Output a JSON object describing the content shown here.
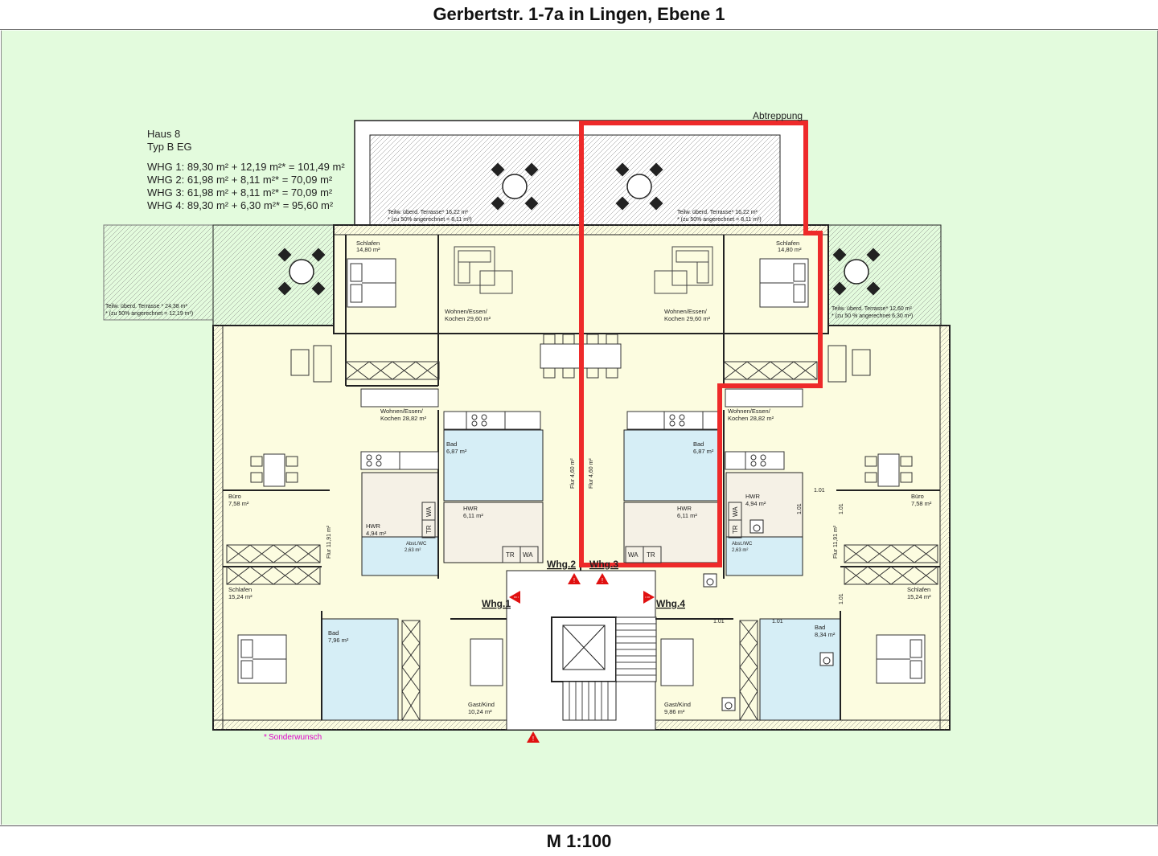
{
  "header": {
    "title": "Gerbertstr. 1-7a in Lingen, Ebene 1"
  },
  "footer": {
    "scale": "M 1:100"
  },
  "legend": {
    "house": "Haus 8",
    "type": "Typ B   EG",
    "lines": [
      "WHG 1: 89,30 m² + 12,19 m²* = 101,49 m²",
      "WHG 2: 61,98 m² +  8,11 m²* =    70,09 m²",
      "WHG 3: 61,98 m² +  8,11 m²* =    70,09 m²",
      "WHG 4: 89,30 m² +  6,30 m²* =    95,60 m²"
    ]
  },
  "labels": {
    "abtreppung": "Abtreppung",
    "sonderwunsch": "Sonderwunsch"
  },
  "apartments": [
    {
      "name": "Whg.1"
    },
    {
      "name": "Whg.2"
    },
    {
      "name": "Whg.3"
    },
    {
      "name": "Whg.4"
    }
  ],
  "terraces": [
    {
      "l1": "Teilw. überd. Terrasse * 24,38 m²",
      "l2": "* (zu 50% angerechnet = 12,19 m²)"
    },
    {
      "l1": "Teilw. überd. Terrasse* 16,22 m²",
      "l2": "* (zu 50% angerechnet = 8,11 m²)"
    },
    {
      "l1": "Teilw. überd. Terrasse* 16,22 m²",
      "l2": "* (zu 50% angerechnet = 8,11 m²)"
    },
    {
      "l1": "Teilw. überd. Terrasse* 12,60  m²",
      "l2": "* (zu 50 % angerechnet 6,30 m²)"
    }
  ],
  "rooms": [
    {
      "l1": "Schlafen",
      "l2": "14,80 m²"
    },
    {
      "l1": "Wohnen/Essen/",
      "l2": "Kochen 29,60 m²"
    },
    {
      "l1": "Wohnen/Essen/",
      "l2": "Kochen 29,60 m²"
    },
    {
      "l1": "Schlafen",
      "l2": "14,80 m²"
    },
    {
      "l1": "Wohnen/Essen/",
      "l2": "Kochen 28,82 m²"
    },
    {
      "l1": "Wohnen/Essen/",
      "l2": "Kochen 28,82 m²"
    },
    {
      "l1": "Bad",
      "l2": "6,87 m²"
    },
    {
      "l1": "Bad",
      "l2": "6,87 m²"
    },
    {
      "l1": "Büro",
      "l2": "7,58 m²"
    },
    {
      "l1": "Büro",
      "l2": "7,58 m²"
    },
    {
      "l1": "HWR",
      "l2": "6,11 m²"
    },
    {
      "l1": "HWR",
      "l2": "6,11 m²"
    },
    {
      "l1": "HWR",
      "l2": "4,94 m²"
    },
    {
      "l1": "HWR",
      "l2": "4,94 m²"
    },
    {
      "l1": "Abst./WC",
      "l2": "2,63 m²"
    },
    {
      "l1": "Abst./WC",
      "l2": "2,63 m²"
    },
    {
      "l1": "Schlafen",
      "l2": "15,24 m²"
    },
    {
      "l1": "Schlafen",
      "l2": "15,24 m²"
    },
    {
      "l1": "Bad",
      "l2": "7,96 m²"
    },
    {
      "l1": "Bad",
      "l2": "8,34 m²"
    },
    {
      "l1": "Gast/Kind",
      "l2": "10,24 m²"
    },
    {
      "l1": "Gast/Kind",
      "l2": "9,86 m²"
    }
  ],
  "flur": [
    "Flur 4,60 m²",
    "Flur 4,60 m²",
    "Flur 11,91 m²",
    "Flur 11,91 m²"
  ],
  "fixtures": {
    "tr": "TR",
    "wa": "WA"
  },
  "dims": {
    "d": "1.01"
  },
  "colors": {
    "background": "#e3fbdd",
    "living": "#fcfce0",
    "bath": "#d6eef6",
    "utility": "#f5f1e6",
    "highlight": "#ee2a2a",
    "marker": "#e01010",
    "text_pink": "#e000c8"
  }
}
